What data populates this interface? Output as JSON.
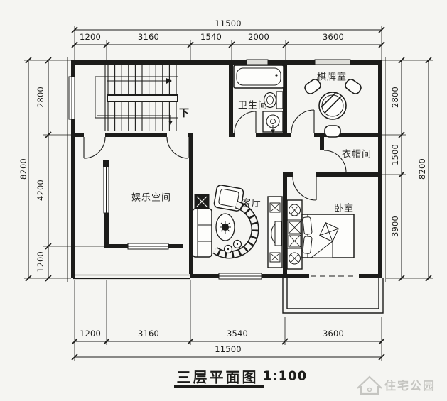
{
  "title": {
    "text": "三层平面图",
    "scale": "1:100"
  },
  "watermark": {
    "text": "住宅公园"
  },
  "rooms": {
    "staircase_direction": "下",
    "bathroom": "卫生间",
    "chess_room": "棋牌室",
    "cloakroom": "衣帽间",
    "entertainment_space": "娱乐空间",
    "living_room": "客厅",
    "bedroom": "卧室"
  },
  "dimensions": {
    "top": {
      "total": "11500",
      "segments": [
        "1200",
        "3160",
        "1540",
        "2000",
        "3600"
      ]
    },
    "bottom": {
      "total": "11500",
      "segments": [
        "1200",
        "3160",
        "3540",
        "3600"
      ]
    },
    "left": {
      "total": "8200",
      "segments": [
        "2800",
        "4200",
        "1200"
      ]
    },
    "right": {
      "total": "8200",
      "segments": [
        "2800",
        "1500",
        "3900"
      ]
    }
  },
  "colors": {
    "line": "#1c1c1a",
    "paper": "#f5f5f2",
    "watermark": "#c5c5c1"
  }
}
